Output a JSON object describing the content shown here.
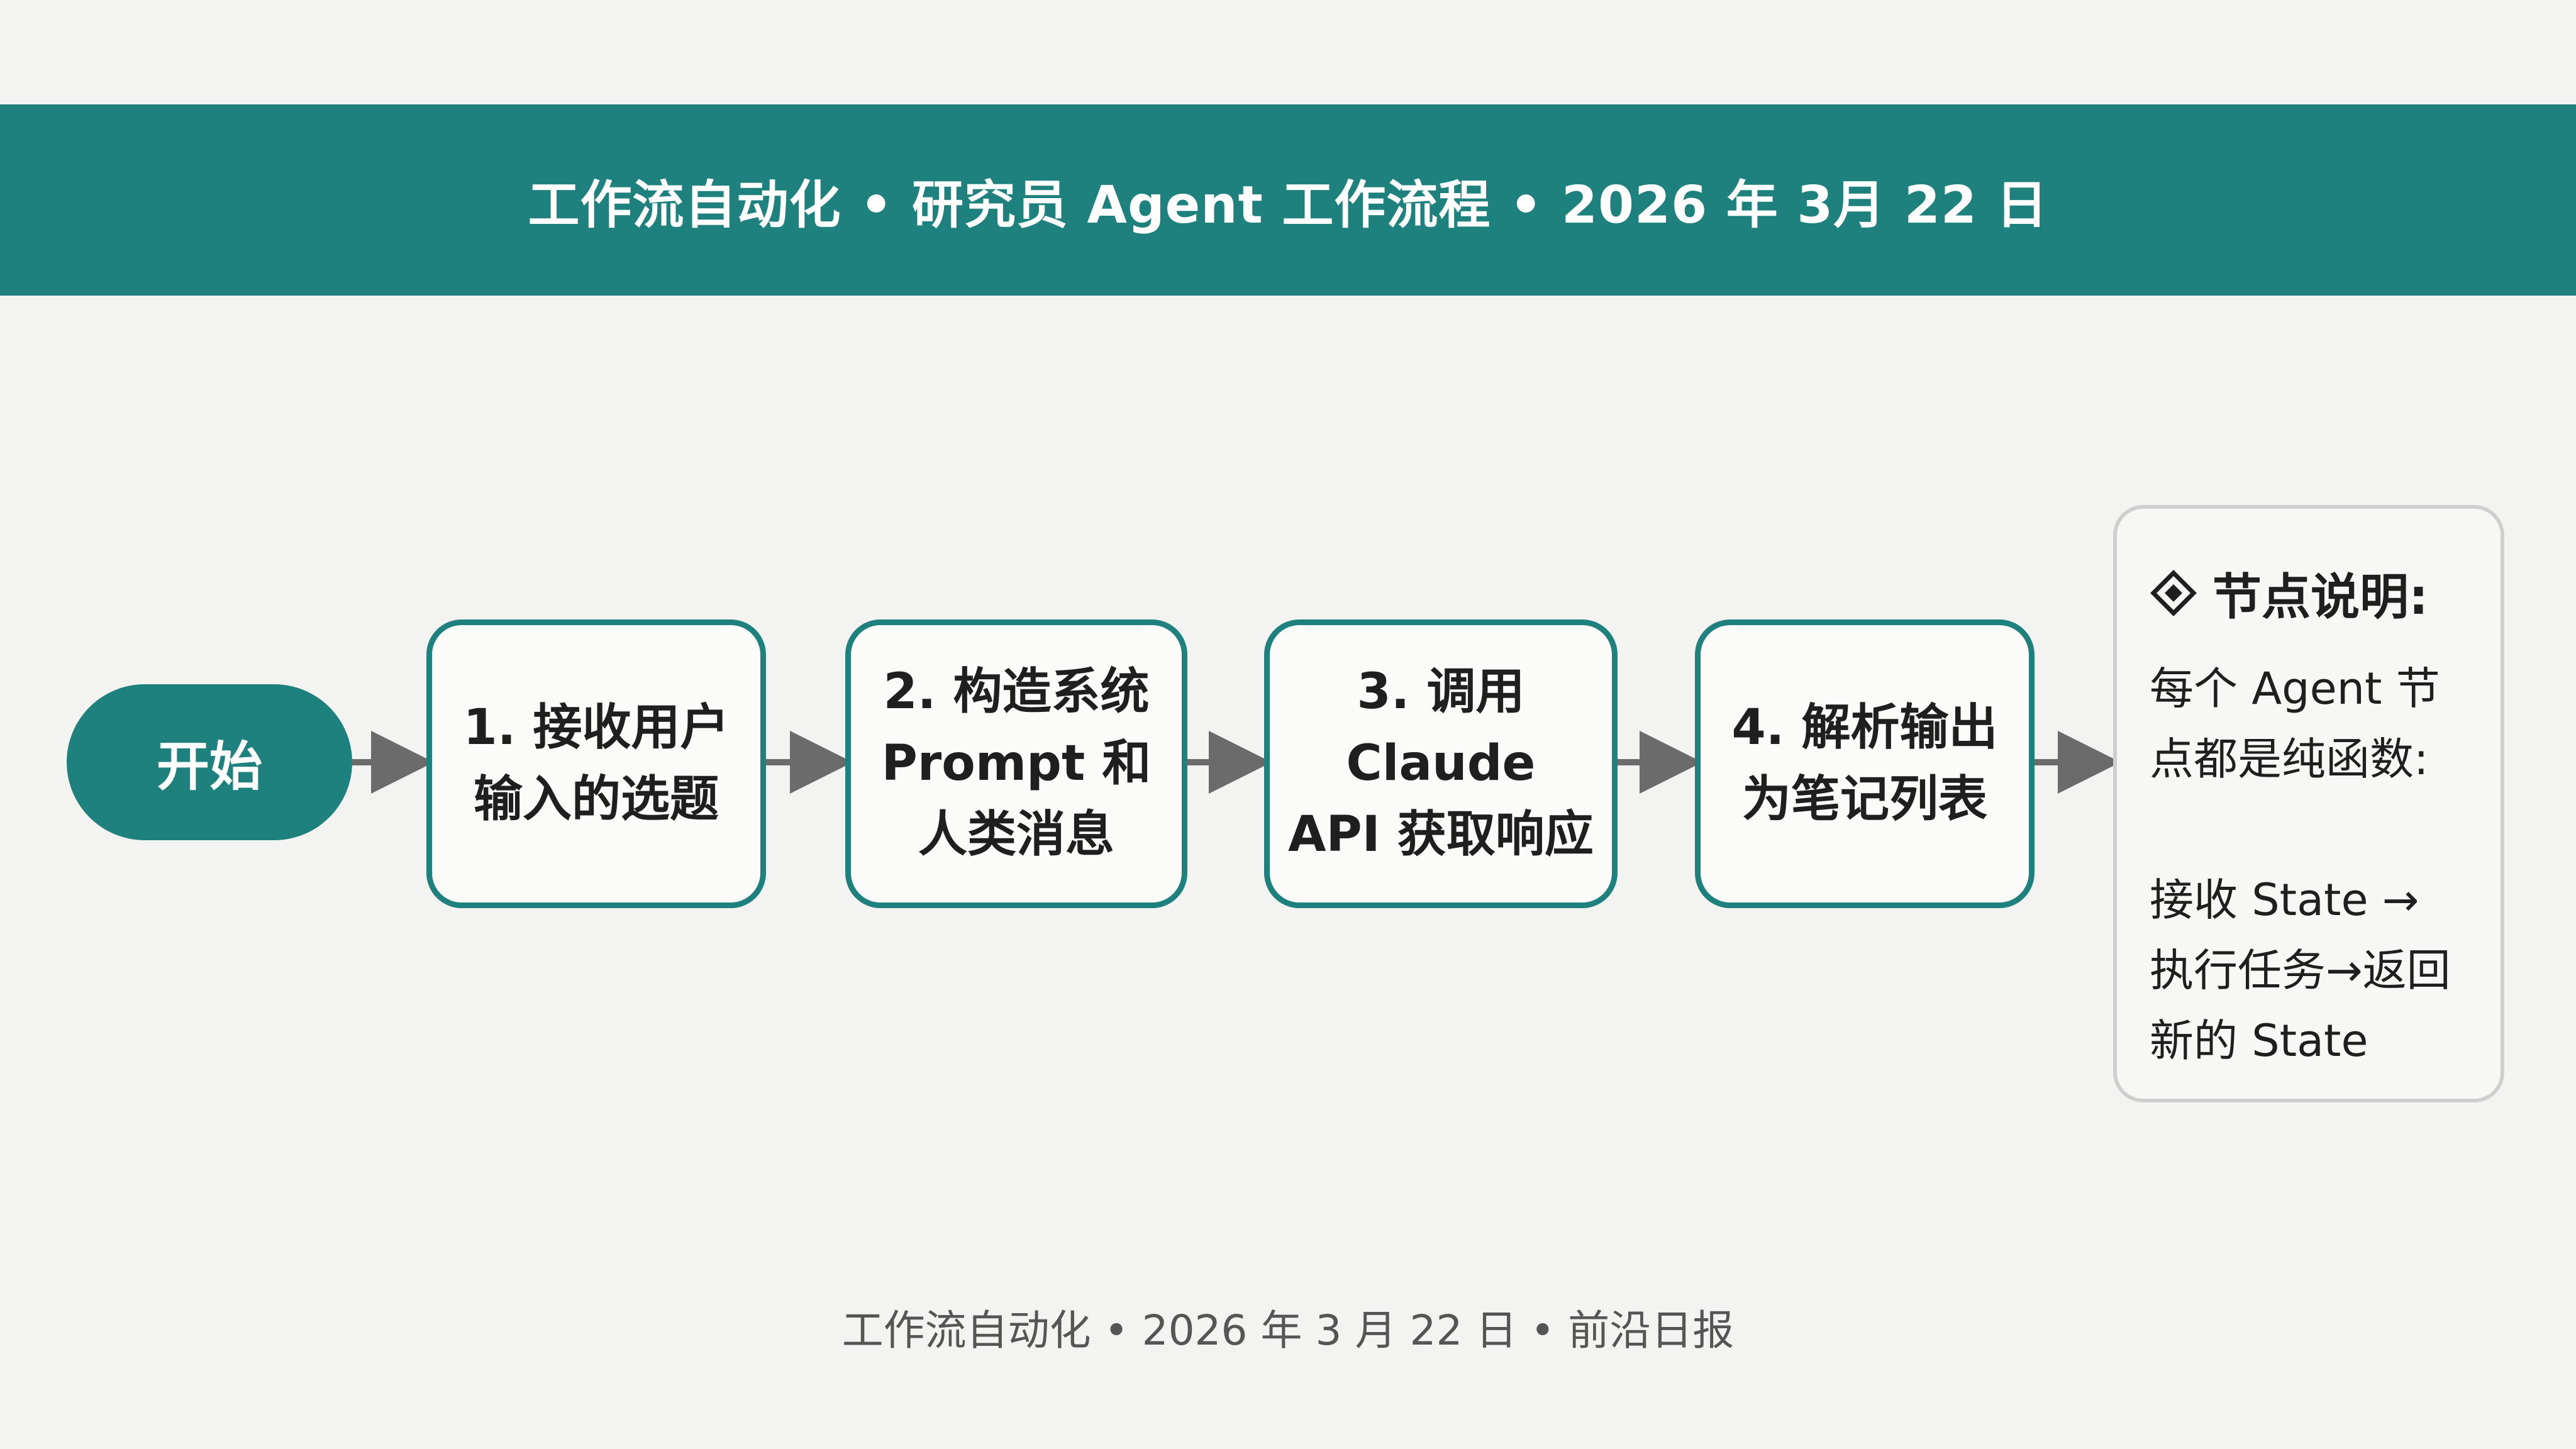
{
  "header": {
    "title": "工作流自动化 • 研究员 Agent 工作流程 • 2026 年 3月 22 日"
  },
  "flow": {
    "start_label": "开始",
    "steps": [
      {
        "label": "1. 接收用户\n输入的选题"
      },
      {
        "label": "2. 构造系统\nPrompt 和\n人类消息"
      },
      {
        "label": "3. 调用Claude\nAPI 获取响应"
      },
      {
        "label": "4. 解析输出\n为笔记列表"
      }
    ]
  },
  "note": {
    "icon": "diamond-icon",
    "heading": "节点说明:",
    "body": "每个 Agent 节\n点都是纯函数:\n\n接收 State →\n执行任务→返回\n新的 State"
  },
  "footer": {
    "text": "工作流自动化 • 2026 年 3 月 22 日 • 前沿日报"
  },
  "colors": {
    "accent": "#1f817d",
    "background": "#f3f4f2",
    "arrow": "#6b6b6b",
    "note_border": "#cfcfcf",
    "footer_text": "#555555"
  }
}
